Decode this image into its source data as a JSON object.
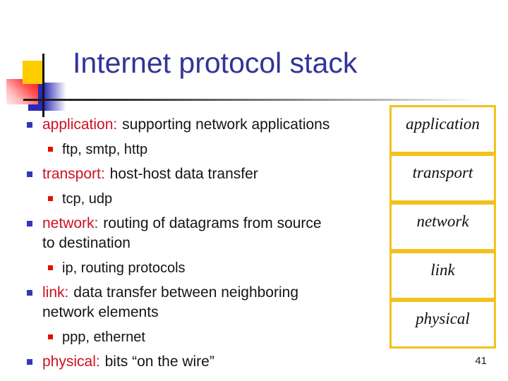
{
  "slide": {
    "title": "Internet protocol stack",
    "page_number": "41"
  },
  "bullets": [
    {
      "level": 1,
      "keyword": "application:",
      "text": "supporting network applications"
    },
    {
      "level": 2,
      "text": "ftp, smtp, http"
    },
    {
      "level": 1,
      "keyword": "transport:",
      "text": "host-host data transfer"
    },
    {
      "level": 2,
      "text": "tcp, udp"
    },
    {
      "level": 1,
      "keyword": "network:",
      "text": "routing of datagrams from source\nto destination"
    },
    {
      "level": 2,
      "text": "ip, routing protocols"
    },
    {
      "level": 1,
      "keyword": "link:",
      "text": "data transfer between neighboring\nnetwork elements"
    },
    {
      "level": 2,
      "text": "ppp, ethernet"
    },
    {
      "level": 1,
      "keyword": "physical:",
      "text": "bits “on the wire”"
    }
  ],
  "stack": {
    "layers": [
      "application",
      "transport",
      "network",
      "link",
      "physical"
    ]
  },
  "colors": {
    "title_text": "#333399",
    "keyword_text": "#cc1122",
    "body_text": "#141414",
    "bullet_level1": "#3535bb",
    "bullet_level2": "#dd1100",
    "stack_border": "#f2c21c",
    "logo_yellow": "#ffcc00",
    "logo_red": "#ff2222",
    "logo_blue": "#2a2ab8"
  }
}
